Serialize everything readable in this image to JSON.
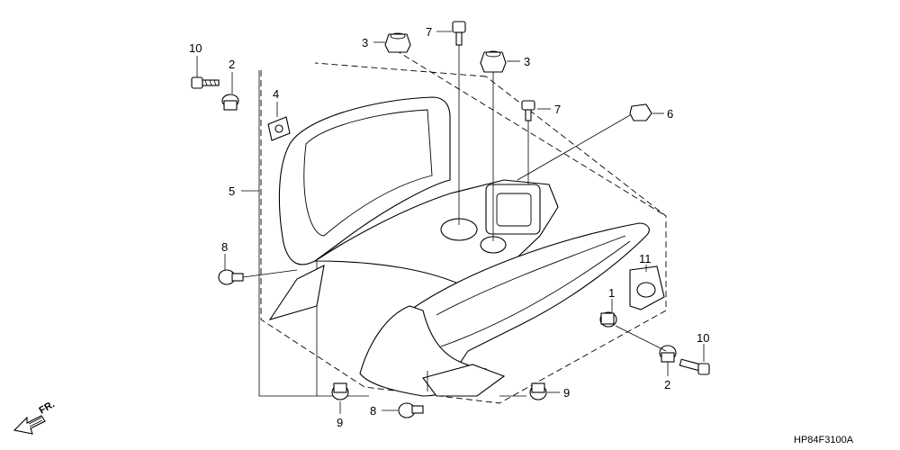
{
  "diagram": {
    "drawing_code": "HP84F3100A",
    "direction_label": "FR.",
    "callouts": [
      {
        "id": "c10a",
        "text": "10"
      },
      {
        "id": "c2a",
        "text": "2"
      },
      {
        "id": "c4",
        "text": "4"
      },
      {
        "id": "c5",
        "text": "5"
      },
      {
        "id": "c8a",
        "text": "8"
      },
      {
        "id": "c3a",
        "text": "3"
      },
      {
        "id": "c7a",
        "text": "7"
      },
      {
        "id": "c3b",
        "text": "3"
      },
      {
        "id": "c7b",
        "text": "7"
      },
      {
        "id": "c6",
        "text": "6"
      },
      {
        "id": "c11",
        "text": "11"
      },
      {
        "id": "c1",
        "text": "1"
      },
      {
        "id": "c10b",
        "text": "10"
      },
      {
        "id": "c2b",
        "text": "2"
      },
      {
        "id": "c9a",
        "text": "9"
      },
      {
        "id": "c8b",
        "text": "8"
      },
      {
        "id": "c9b",
        "text": "9"
      }
    ]
  }
}
